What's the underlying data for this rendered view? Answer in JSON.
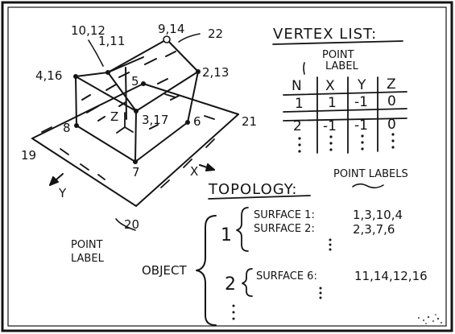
{
  "vertex_list": {
    "title": "VERTEX LIST:",
    "point_label_note": [
      "POINT",
      "LABEL"
    ],
    "columns": [
      "N",
      "X",
      "Y",
      "Z"
    ],
    "rows": [
      [
        "1",
        "1",
        "-1",
        "0"
      ],
      [
        "2",
        "-1",
        "-1",
        "0"
      ]
    ]
  },
  "vertex_labels": {
    "v10_12": "10,12",
    "v9_14": "9,14",
    "v1_11": "1,11",
    "v22": "22",
    "v4_16": "4,16",
    "v2_13": "2,13",
    "v5": "5",
    "v8": "8",
    "v3_17": "3,17",
    "v6": "6",
    "v21": "21",
    "v19": "19",
    "v7": "7",
    "v20": "20"
  },
  "axes": {
    "x": "X",
    "y": "Y",
    "z": "Z"
  },
  "point_label_note": [
    "POINT",
    "LABEL"
  ],
  "topology": {
    "title": "TOPOLOGY:",
    "point_labels_header": "POINT LABELS",
    "object_label": "OBJECT",
    "object_1_num": "1",
    "object_2_num": "2",
    "surfaces_object_1": [
      {
        "name": "SURFACE 1:",
        "points": "1,3,10,4"
      },
      {
        "name": "SURFACE 2:",
        "points": "2,3,7,6"
      }
    ],
    "surfaces_object_2": [
      {
        "name": "SURFACE 6:",
        "points": "11,14,12,16"
      }
    ]
  }
}
